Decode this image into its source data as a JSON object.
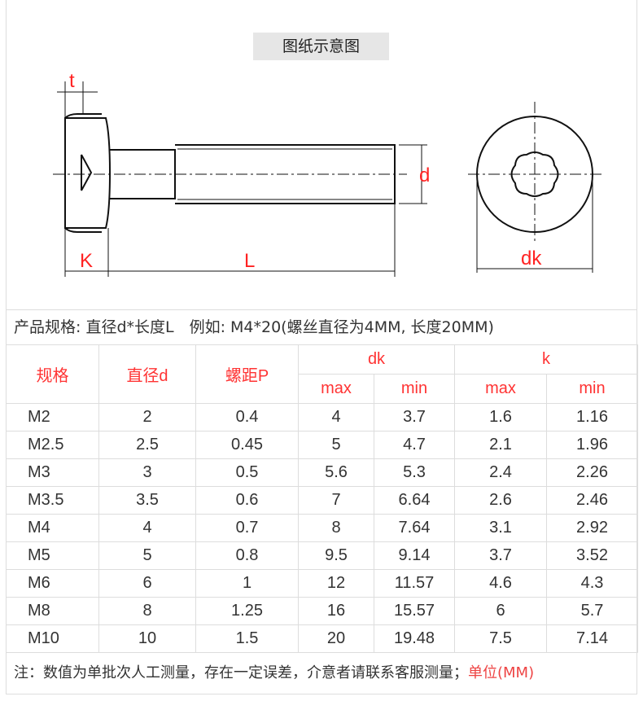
{
  "title": "图纸示意图",
  "diagram": {
    "labels": {
      "t": "t",
      "d": "d",
      "K": "K",
      "L": "L",
      "dk": "dk"
    }
  },
  "spec_text": "产品规格: 直径d*长度L　例如: M4*20(螺丝直径为4MM, 长度20MM)",
  "table": {
    "headers": {
      "spec": "规格",
      "diameter": "直径d",
      "pitch": "螺距P",
      "dk": "dk",
      "k": "k",
      "max": "max",
      "min": "min"
    },
    "rows": [
      [
        "M2",
        "2",
        "0.4",
        "4",
        "3.7",
        "1.6",
        "1.16"
      ],
      [
        "M2.5",
        "2.5",
        "0.45",
        "5",
        "4.7",
        "2.1",
        "1.96"
      ],
      [
        "M3",
        "3",
        "0.5",
        "5.6",
        "5.3",
        "2.4",
        "2.26"
      ],
      [
        "M3.5",
        "3.5",
        "0.6",
        "7",
        "6.64",
        "2.6",
        "2.46"
      ],
      [
        "M4",
        "4",
        "0.7",
        "8",
        "7.64",
        "3.1",
        "2.92"
      ],
      [
        "M5",
        "5",
        "0.8",
        "9.5",
        "9.14",
        "3.7",
        "3.52"
      ],
      [
        "M6",
        "6",
        "1",
        "12",
        "11.57",
        "4.6",
        "4.3"
      ],
      [
        "M8",
        "8",
        "1.25",
        "16",
        "15.57",
        "6",
        "5.7"
      ],
      [
        "M10",
        "10",
        "1.5",
        "20",
        "19.48",
        "7.5",
        "7.14"
      ]
    ]
  },
  "note": {
    "text": "注：数值为单批次人工测量，存在一定误差，介意者请联系客服测量；",
    "unit": "单位(MM)"
  }
}
